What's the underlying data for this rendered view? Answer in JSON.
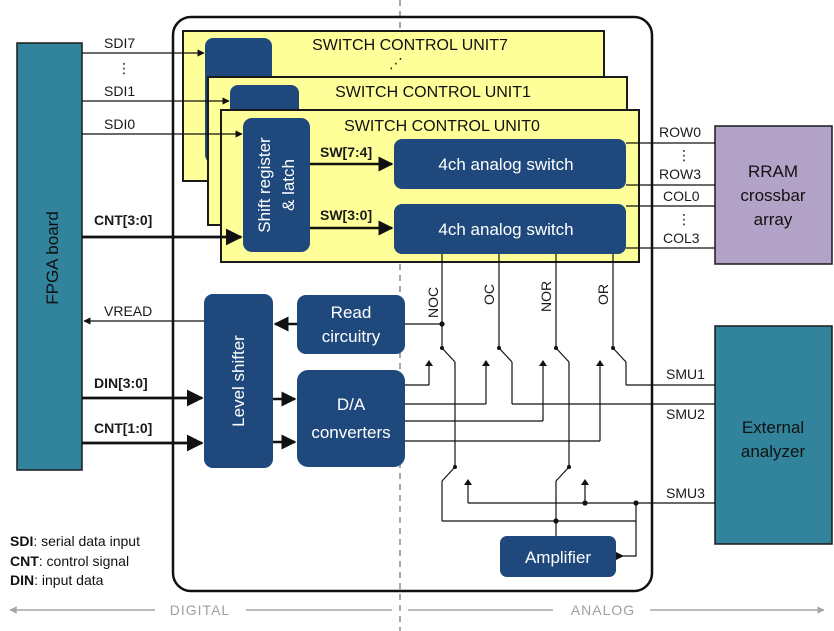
{
  "fpga": {
    "label": "FPGA board"
  },
  "units": [
    {
      "label": "SWITCH CONTROL UNIT7"
    },
    {
      "label": "SWITCH CONTROL UNIT1"
    },
    {
      "label": "SWITCH CONTROL UNIT0"
    }
  ],
  "unit_dots": "⋰",
  "shift_register": {
    "line1": "Shift register",
    "line2": "& latch"
  },
  "analog_switches": [
    {
      "label": "4ch analog switch",
      "signal": "SW[7:4]"
    },
    {
      "label": "4ch analog switch",
      "signal": "SW[3:0]"
    }
  ],
  "inputs": {
    "sdi7": "SDI7",
    "dots_vertical": "⋮",
    "sdi1": "SDI1",
    "sdi0": "SDI0",
    "cnt30": "CNT[3:0]",
    "vread": "VREAD",
    "din30": "DIN[3:0]",
    "cnt10": "CNT[1:0]"
  },
  "level_shifter": {
    "label": "Level shifter"
  },
  "read_circuitry": {
    "line1": "Read",
    "line2": "circuitry"
  },
  "dac": {
    "line1": "D/A",
    "line2": "converters"
  },
  "amplifier": {
    "label": "Amplifier"
  },
  "rram": {
    "line1": "RRAM",
    "line2": "crossbar",
    "line3": "array"
  },
  "analyzer": {
    "line1": "External",
    "line2": "analyzer"
  },
  "lines": {
    "row0": "ROW0",
    "row3": "ROW3",
    "col0": "COL0",
    "col3": "COL3",
    "dots": "⋮"
  },
  "nodes": {
    "noc": "NOC",
    "oc": "OC",
    "nor": "NOR",
    "or": "OR"
  },
  "smu": {
    "smu1": "SMU1",
    "smu2": "SMU2",
    "smu3": "SMU3"
  },
  "legend": [
    {
      "key": "SDI",
      "text": ": serial data input"
    },
    {
      "key": "CNT",
      "text": ": control signal"
    },
    {
      "key": "DIN",
      "text": ": input data"
    }
  ],
  "domains": {
    "digital": "DIGITAL",
    "analog": "ANALOG"
  },
  "colors": {
    "navy": "#1f497d",
    "teal": "#31849b",
    "unit_fill": "#ffff99",
    "rram_fill": "#b3a2c7",
    "domain_gray": "#a6a6a6"
  }
}
